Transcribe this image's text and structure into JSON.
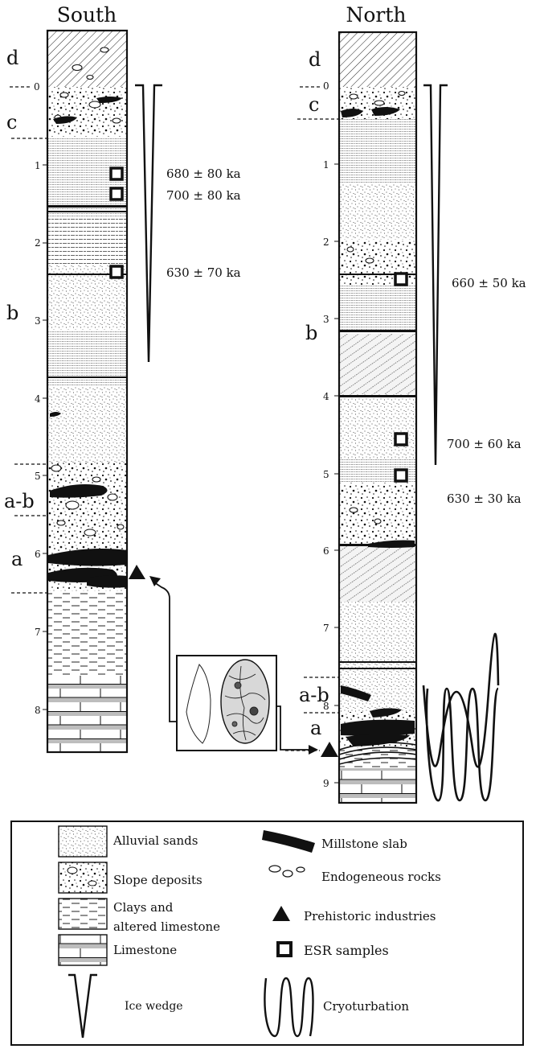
{
  "columns": {
    "south": {
      "title": "South",
      "units": [
        "d",
        "c",
        "b",
        "a-b",
        "a"
      ],
      "depths": [
        "0",
        "1",
        "2",
        "3",
        "4",
        "5",
        "6",
        "7",
        "8"
      ],
      "dates": [
        "680 ± 80 ka",
        "700 ± 80 ka",
        "630 ± 70 ka"
      ]
    },
    "north": {
      "title": "North",
      "units": [
        "d",
        "c",
        "b",
        "a-b",
        "a"
      ],
      "depths": [
        "0",
        "1",
        "2",
        "3",
        "4",
        "5",
        "6",
        "7",
        "8",
        "9"
      ],
      "dates": [
        "660 ± 50 ka",
        "700 ± 60 ka",
        "630 ± 30 ka"
      ]
    }
  },
  "legend": {
    "alluvial": "Alluvial sands",
    "slope": "Slope deposits",
    "clays_line1": "Clays and",
    "clays_line2": "altered limestone",
    "limestone": "Limestone",
    "ice_wedge": "Ice wedge",
    "millstone": "Millstone slab",
    "endogeneous": "Endogeneous rocks",
    "prehistoric": "Prehistoric industries",
    "esr": "ESR samples",
    "cryoturbation": "Cryoturbation"
  }
}
